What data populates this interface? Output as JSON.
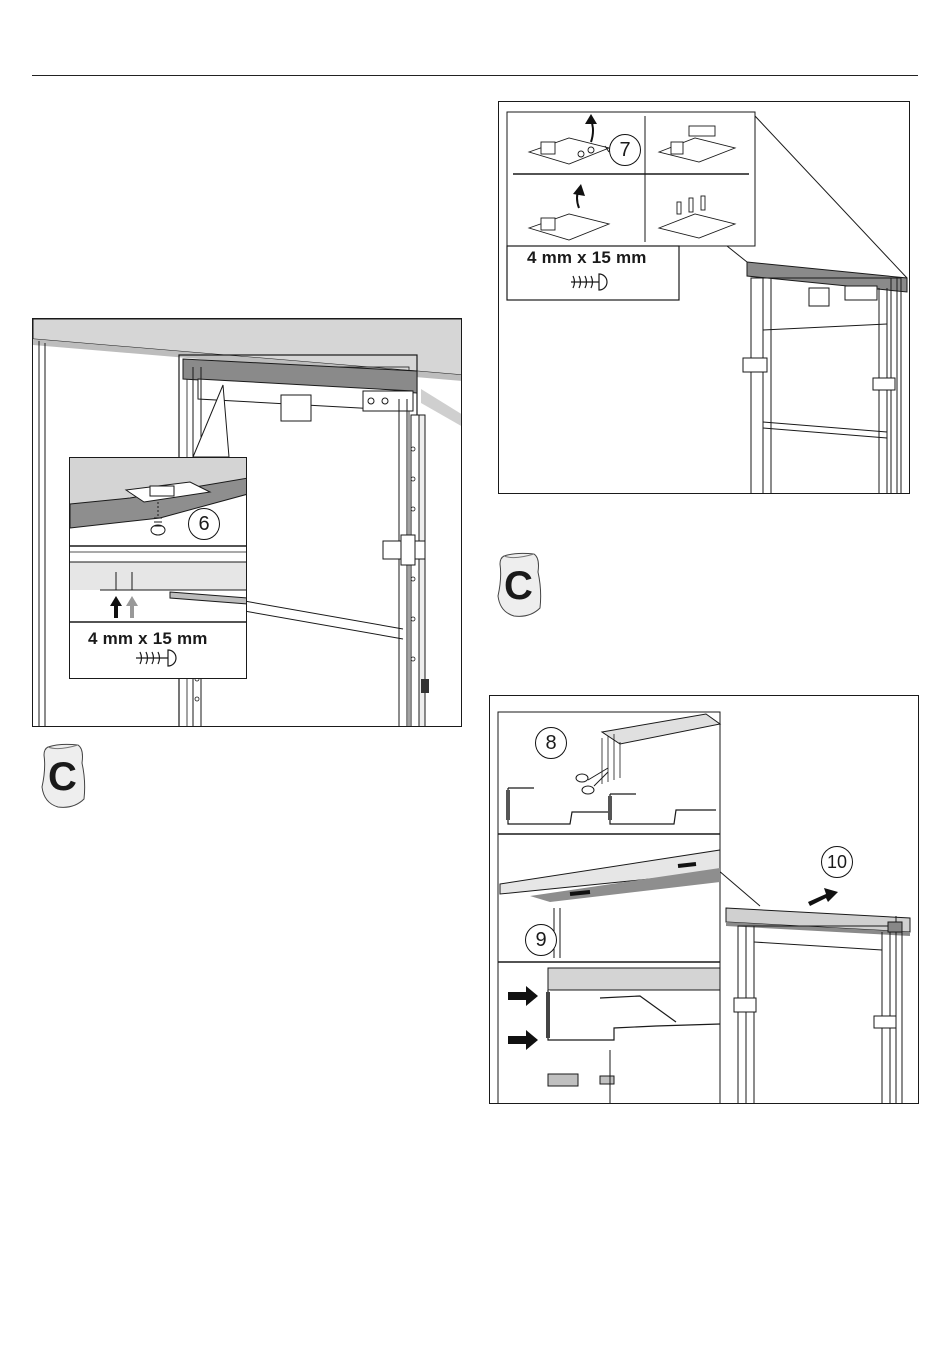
{
  "figures": {
    "fig1": {
      "callout": "6",
      "screw_size": "4 mm x 15 mm"
    },
    "fig2": {
      "callout": "7",
      "screw_size": "4 mm x 15 mm"
    },
    "fig3": {
      "callouts": [
        "8",
        "9",
        "10"
      ]
    }
  },
  "bags": {
    "bag1_letter": "C",
    "bag2_letter": "C"
  },
  "colors": {
    "line": "#1a1a1a",
    "panel_gray": "#d4d4d4",
    "light_gray": "#e9e9e9"
  }
}
